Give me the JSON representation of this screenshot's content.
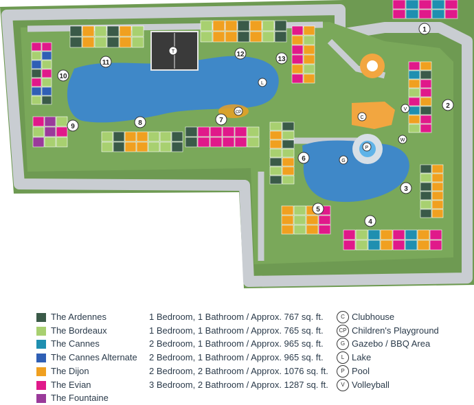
{
  "colors": {
    "grass": "#6e9a52",
    "grass_dark": "#4f7a3e",
    "road": "#c9cdd2",
    "lake": "#3f88c8",
    "ardennes": "#3a5a48",
    "bordeaux": "#a8d070",
    "cannes": "#1f8fb0",
    "cannes_alt": "#2f5fb5",
    "dijon": "#f0a020",
    "evian": "#e0198a",
    "fountaine": "#9a3a9a",
    "clubhouse": "#f2a640"
  },
  "map": {
    "building_numbers": [
      "1",
      "2",
      "3",
      "4",
      "5",
      "6",
      "7",
      "8",
      "9",
      "10",
      "11",
      "12",
      "13"
    ],
    "amenity_markers": {
      "tennis": "T",
      "lake": "L",
      "clubhouse": "C",
      "pool": "P",
      "gazebo": "G",
      "volleyball": "V",
      "whirlpool": "W",
      "playground": "CP"
    }
  },
  "legend": {
    "floorplans": [
      {
        "name": "The Ardennes",
        "desc": "1 Bedroom, 1 Bathroom / Approx. 767 sq. ft.",
        "color": "#3a5a48"
      },
      {
        "name": "The Bordeaux",
        "desc": "1 Bedroom, 1 Bathroom / Approx. 765 sq. ft.",
        "color": "#a8d070"
      },
      {
        "name": "The Cannes",
        "desc": "2 Bedroom, 1 Bathroom / Approx. 965 sq. ft.",
        "color": "#1f8fb0"
      },
      {
        "name": "The Cannes Alternate",
        "desc": "2 Bedroom, 1 Bathroom / Approx. 965 sq. ft.",
        "color": "#2f5fb5"
      },
      {
        "name": "The Dijon",
        "desc": "2 Bedroom, 2 Bathroom / Approx. 1076 sq. ft.",
        "color": "#f0a020"
      },
      {
        "name": "The Evian",
        "desc": "3 Bedroom, 2 Bathroom / Approx. 1287 sq. ft.",
        "color": "#e0198a"
      },
      {
        "name": "The Fountaine",
        "desc": "",
        "color": "#9a3a9a"
      }
    ],
    "amenities": [
      {
        "code": "C",
        "label": "Clubhouse"
      },
      {
        "code": "CP",
        "label": "Children's Playground"
      },
      {
        "code": "G",
        "label": "Gazebo / BBQ Area"
      },
      {
        "code": "L",
        "label": "Lake"
      },
      {
        "code": "P",
        "label": "Pool"
      },
      {
        "code": "V",
        "label": "Volleyball"
      }
    ]
  }
}
